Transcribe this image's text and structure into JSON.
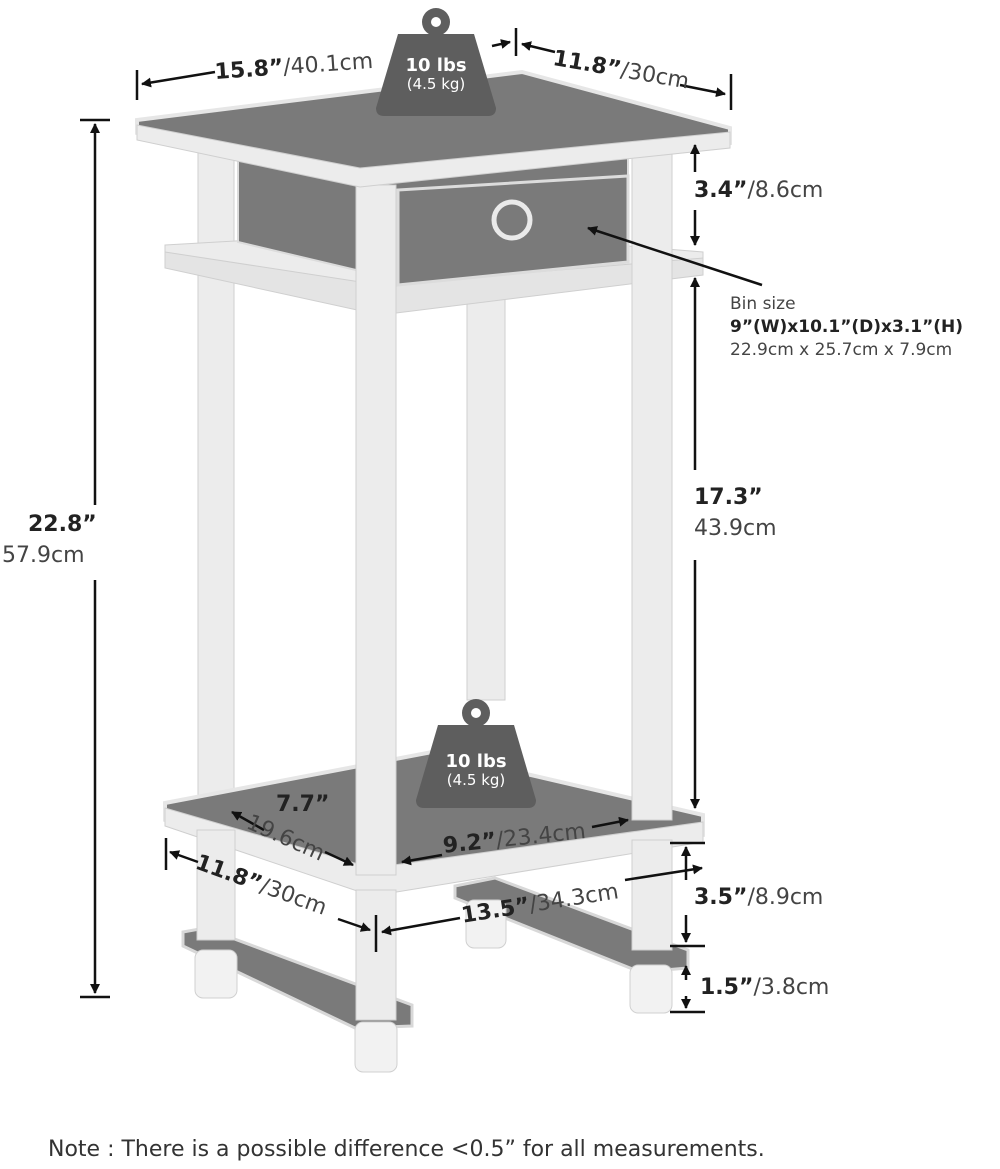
{
  "weight_badges": {
    "top": {
      "lbs": "10 lbs",
      "kg": "(4.5 kg)"
    },
    "bottom": {
      "lbs": "10 lbs",
      "kg": "(4.5 kg)"
    }
  },
  "dimensions": {
    "top_width": {
      "in": "15.8”",
      "cm": "/40.1cm"
    },
    "top_depth": {
      "in": "11.8”",
      "cm": "/30cm"
    },
    "total_height": {
      "in": "22.8”",
      "cm": "57.9cm"
    },
    "drawer_gap": {
      "in": "3.4”",
      "cm": "/8.6cm"
    },
    "middle_height": {
      "in": "17.3”",
      "cm": "43.9cm"
    },
    "bottom_shelf_depth": {
      "in": "7.7”",
      "cm": "19.6cm"
    },
    "bottom_shelf_width": {
      "in": "9.2”",
      "cm": "/23.4cm"
    },
    "base_depth": {
      "in": "11.8”",
      "cm": "/30cm"
    },
    "base_width": {
      "in": "13.5”",
      "cm": "/34.3cm"
    },
    "lower_gap": {
      "in": "3.5”",
      "cm": "/8.9cm"
    },
    "foot_height": {
      "in": "1.5”",
      "cm": "/3.8cm"
    }
  },
  "bin": {
    "title": "Bin size",
    "imperial": "9”(W)x10.1”(D)x3.1”(H)",
    "metric": "22.9cm x 25.7cm x 7.9cm"
  },
  "note": "Note : There is a possible difference <0.5” for all measurements.",
  "colors": {
    "furniture": "#7a7a7a",
    "frame": "#ececec",
    "badge": "#5e5e5e",
    "dimension_line": "#111111"
  }
}
